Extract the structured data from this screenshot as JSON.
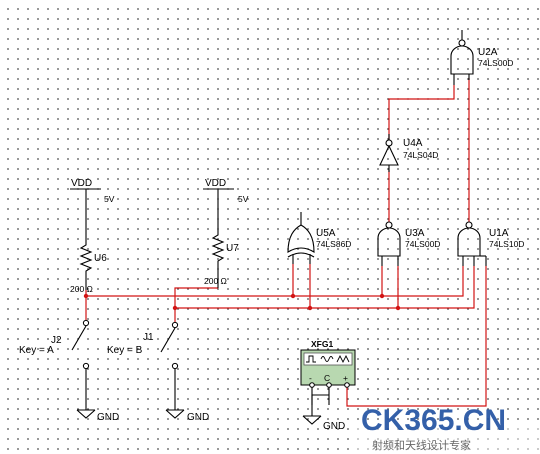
{
  "components": {
    "vdd_left": {
      "label": "VDD",
      "voltage": "5V"
    },
    "vdd_right": {
      "label": "VDD",
      "voltage": "5V"
    },
    "u6": {
      "ref": "U6",
      "value": "200 Ω"
    },
    "u7": {
      "ref": "U7",
      "value": "200 Ω"
    },
    "j2": {
      "ref": "J2",
      "key": "Key = A"
    },
    "j1": {
      "ref": "J1",
      "key": "Key = B"
    },
    "gnd_left": {
      "label": "GND"
    },
    "gnd_mid": {
      "label": "GND"
    },
    "gnd_xfg": {
      "label": "GND"
    },
    "u5a": {
      "ref": "U5A",
      "part": "74LS86D"
    },
    "u3a": {
      "ref": "U3A",
      "part": "74LS00D"
    },
    "u1a": {
      "ref": "U1A",
      "part": "74LS10D"
    },
    "u4a": {
      "ref": "U4A",
      "part": "74LS04D"
    },
    "u2a": {
      "ref": "U2A",
      "part": "74LS00D"
    },
    "xfg1": {
      "ref": "XFG1",
      "pins": [
        "-",
        "C",
        "+"
      ]
    }
  },
  "watermark": {
    "brand": "CK365.CN",
    "subtitle": "射频和天线设计专家"
  },
  "colors": {
    "wire": "#d21414",
    "symbol": "#000000",
    "instrument_fill": "#b8d8b0",
    "watermark_blue": "#1f4fa0",
    "watermark_red": "#e03a2a"
  }
}
